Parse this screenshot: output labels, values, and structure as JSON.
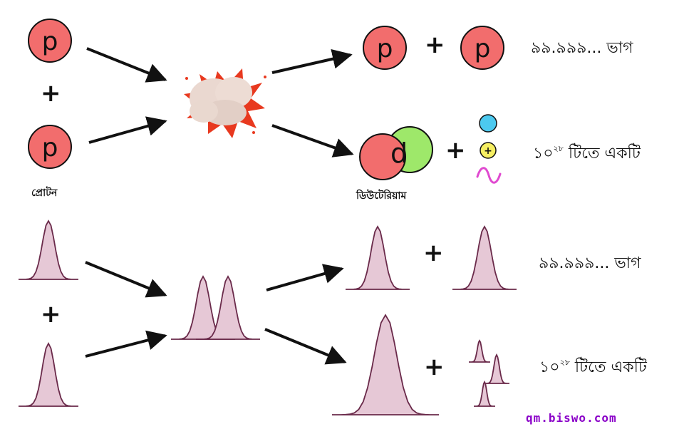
{
  "particles": {
    "proton_symbol": "p",
    "deuterium_symbol": "d",
    "positron_symbol": "+"
  },
  "labels": {
    "proton": "প্রোটন",
    "deuterium": "ডিউটেরিয়াম"
  },
  "outcomes": {
    "common": "৯৯.৯৯৯... ভাগ",
    "rare_base": "১০",
    "rare_exponent": "২৮",
    "rare_tail": "টিতে একটি"
  },
  "operators": {
    "plus": "+"
  },
  "watermark": "qm.biswo.com",
  "colors": {
    "proton_fill": "#f26d6d",
    "deuterium_neutron_fill": "#9ee86a",
    "neutrino_fill": "#4cc9ef",
    "positron_fill": "#f6ef62",
    "photon_stroke": "#e04ad0",
    "wave_stroke": "#6a2a4a",
    "wave_fill": "#e6c8d6",
    "arrow": "#111111",
    "watermark": "#8a00c8"
  }
}
